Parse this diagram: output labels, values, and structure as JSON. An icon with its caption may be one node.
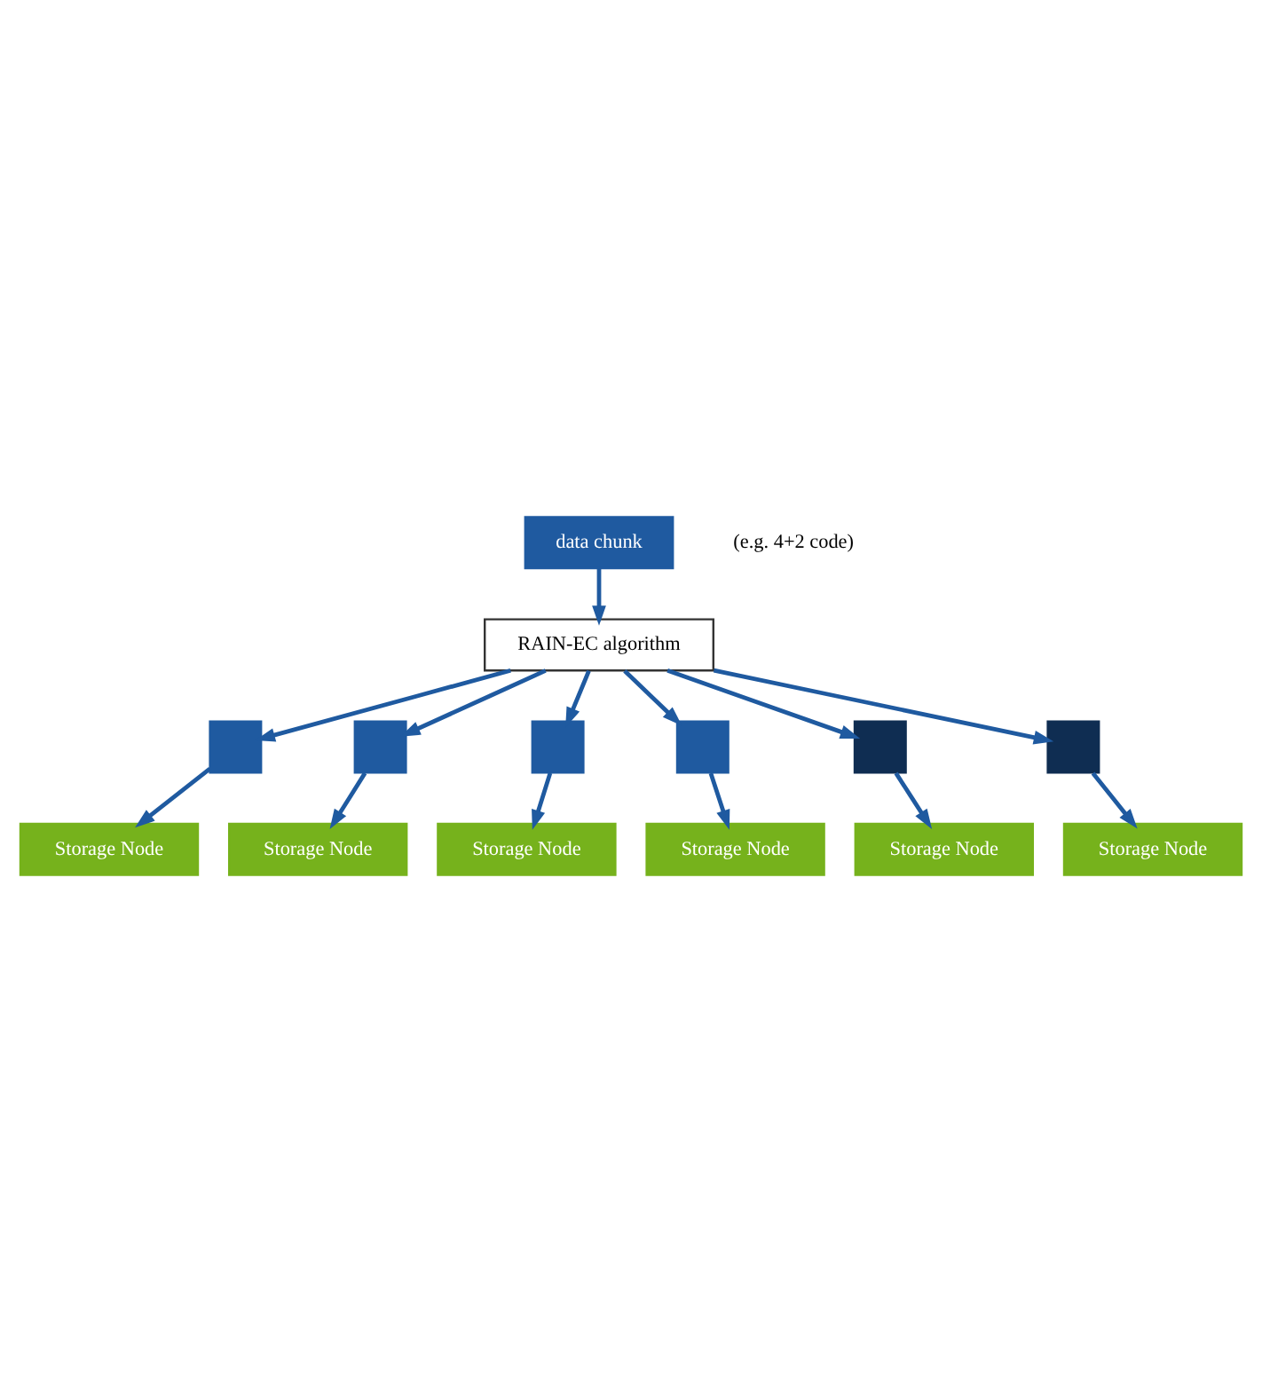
{
  "diagram": {
    "nodes": [
      {
        "text": [
          "data chunk"
        ]
      },
      {
        "text": [
          "RAIN-EC algorithm"
        ]
      },
      {
        "text": [],
        "shape": "box"
      },
      {
        "text": [],
        "shape": "box"
      },
      {
        "text": [],
        "shape": "box"
      },
      {
        "text": [],
        "shape": "box"
      },
      {
        "text": [],
        "shape": "box"
      },
      {
        "text": [],
        "shape": "box"
      },
      {
        "text": [
          "Storage Node"
        ]
      },
      {
        "text": [
          "Storage Node"
        ]
      },
      {
        "text": [
          "Storage Node"
        ]
      },
      {
        "text": [
          "Storage Node"
        ]
      },
      {
        "text": [
          "Storage Node"
        ]
      },
      {
        "text": [
          "Storage Node"
        ]
      }
    ],
    "edges": [
      {
        "from": 0,
        "to": 1,
        "arrow": "to"
      },
      {
        "from": 1,
        "to": 2,
        "arrow": "to"
      },
      {
        "from": 1,
        "to": 3,
        "arrow": "to"
      },
      {
        "from": 1,
        "to": 4,
        "arrow": "to"
      },
      {
        "from": 1,
        "to": 5,
        "arrow": "to"
      },
      {
        "from": 1,
        "to": 6,
        "arrow": "to"
      },
      {
        "from": 1,
        "to": 7,
        "arrow": "to"
      },
      {
        "from": 7,
        "to": 8,
        "arrow": "to"
      },
      {
        "from": 6,
        "to": 9,
        "arrow": "to"
      },
      {
        "from": 5,
        "to": 10,
        "arrow": "to"
      },
      {
        "from": 4,
        "to": 11,
        "arrow": "to"
      },
      {
        "from": 3,
        "to": 12,
        "arrow": "to"
      },
      {
        "from": 2,
        "to": 13,
        "arrow": "to"
      }
    ],
    "labels": [
      "(e.g. 4+2 code)"
    ]
  }
}
